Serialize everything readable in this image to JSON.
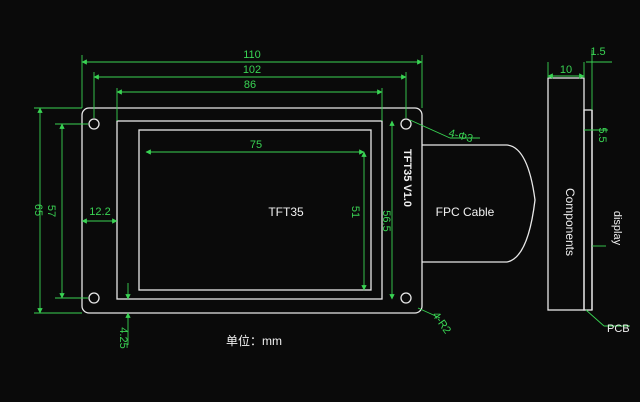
{
  "drawing": {
    "board_label": "TFT35",
    "version_label": "TFT35  V1.0",
    "cable_label": "FPC Cable",
    "components_label": "Components",
    "display_label": "display",
    "pcb_label": "PCB",
    "unit_label": "单位：mm",
    "hole_note": "4-Φ3",
    "radius_note": "4-R2"
  },
  "dimensions": {
    "overall_width": "110",
    "hole_spacing_width": "102",
    "screen_window_width": "86",
    "active_area_width": "75",
    "overall_height": "65",
    "hole_spacing_height": "57",
    "active_area_height": "51",
    "screen_window_height": "56.5",
    "left_offset": "12.2",
    "bottom_offset": "4.25",
    "side_thickness": "10",
    "pcb_thickness": "1.5",
    "display_thickness": "5.5"
  },
  "colors": {
    "dimension_lines": "#39d353",
    "outlines": "#e8e8e8",
    "background": "#0a0a0a"
  }
}
